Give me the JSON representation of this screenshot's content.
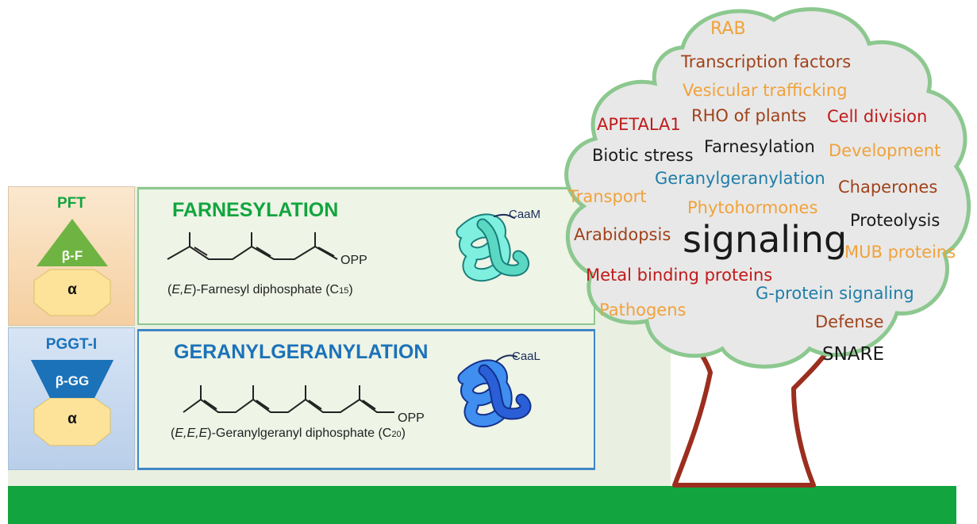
{
  "pft": {
    "name": "PFT",
    "beta": "β-F",
    "alpha": "α"
  },
  "pggt": {
    "name": "PGGT-I",
    "beta": "β-GG",
    "alpha": "α"
  },
  "farnesylation": {
    "title": "FARNESYLATION",
    "caption_pre": "(",
    "caption_italic": "E,E",
    "caption_mid": ")-Farnesyl diphosphate (C",
    "caption_sub": "15",
    "caption_post": ")",
    "opp": "OPP",
    "motif": "CaaM"
  },
  "geranylgeranylation": {
    "title": "GERANYLGERANYLATION",
    "caption_pre": "(",
    "caption_italic": "E,E,E",
    "caption_mid": ")-Geranylgeranyl diphosphate (C",
    "caption_sub": "20",
    "caption_post": ")",
    "opp": "OPP",
    "motif": "CaaL"
  },
  "colors": {
    "farnesylation": "#12a53f",
    "geranylgeranylation": "#1b72b9",
    "cloud_border": "#8cc88f",
    "trunk": "#9b2e1e",
    "ground": "#12a53f"
  },
  "tree_words": [
    {
      "text": "RAB",
      "color": "#f0a23b"
    },
    {
      "text": "Transcription factors",
      "color": "#a0421a"
    },
    {
      "text": "Vesicular trafficking",
      "color": "#f0a23b"
    },
    {
      "text": "APETALA1",
      "color": "#c01a1a"
    },
    {
      "text": "RHO of plants",
      "color": "#a0421a"
    },
    {
      "text": "Cell division",
      "color": "#c01a1a"
    },
    {
      "text": "Biotic stress",
      "color": "#1a1a1a"
    },
    {
      "text": "Farnesylation",
      "color": "#1a1a1a"
    },
    {
      "text": "Development",
      "color": "#f0a23b"
    },
    {
      "text": "Geranylgeranylation",
      "color": "#1f7ea8"
    },
    {
      "text": "Chaperones",
      "color": "#a0421a"
    },
    {
      "text": "Transport",
      "color": "#f0a23b"
    },
    {
      "text": "Phytohormones",
      "color": "#f0a23b"
    },
    {
      "text": "Proteolysis",
      "color": "#1a1a1a"
    },
    {
      "text": "Arabidopsis",
      "color": "#a0421a"
    },
    {
      "text": "signaling",
      "color": "#1a1a1a"
    },
    {
      "text": "MUB proteins",
      "color": "#f0a23b"
    },
    {
      "text": "Metal binding proteins",
      "color": "#c01a1a"
    },
    {
      "text": "G-protein signaling",
      "color": "#1f7ea8"
    },
    {
      "text": "Pathogens",
      "color": "#f0a23b"
    },
    {
      "text": "Defense",
      "color": "#a0421a"
    },
    {
      "text": "SNARE",
      "color": "#1a1a1a"
    }
  ]
}
